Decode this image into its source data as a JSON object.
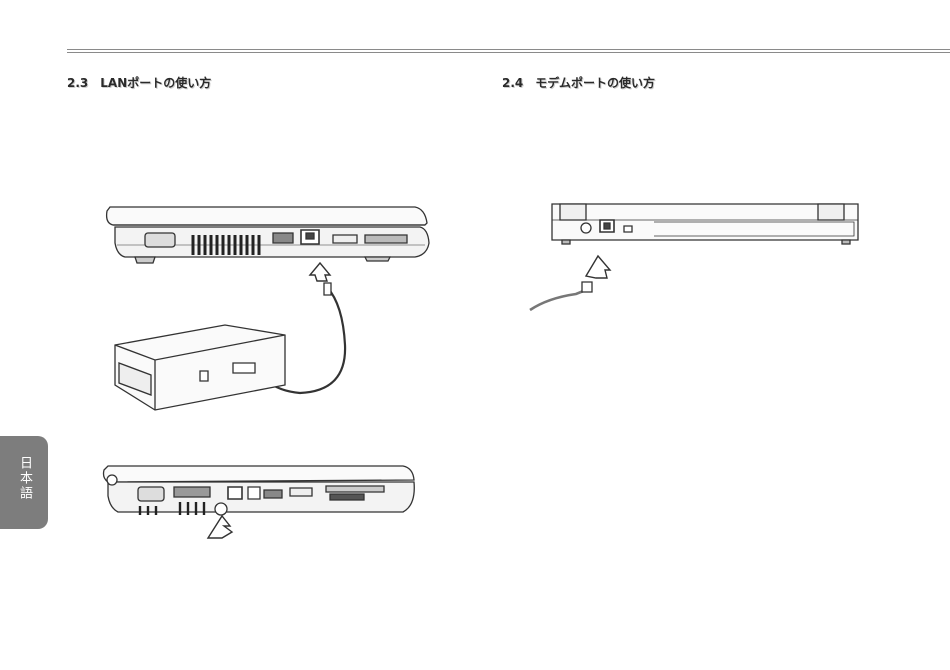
{
  "sections": {
    "lan": {
      "number": "2.3",
      "title": "LANポートの使い方"
    },
    "modem": {
      "number": "2.4",
      "title": "モデムポートの使い方"
    }
  },
  "side_tab": {
    "label": "日本語"
  },
  "colors": {
    "rule": "#8a8a8a",
    "tab": "#7d7d7d",
    "line_art": "#333333"
  }
}
